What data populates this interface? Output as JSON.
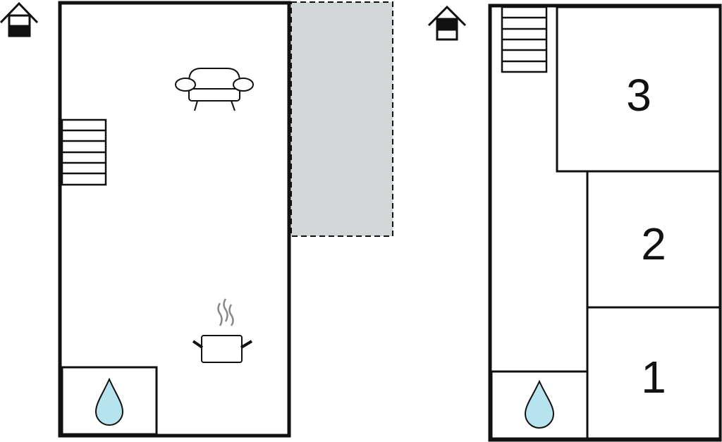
{
  "floors": [
    {
      "name": "ground-floor",
      "rooms": []
    },
    {
      "name": "upper-floor",
      "rooms": [
        {
          "label": "3"
        },
        {
          "label": "2"
        },
        {
          "label": "1"
        }
      ]
    }
  ],
  "colors": {
    "wall": "#111111",
    "terrace": "#d3d6d6",
    "water": "#b7e3ef"
  }
}
